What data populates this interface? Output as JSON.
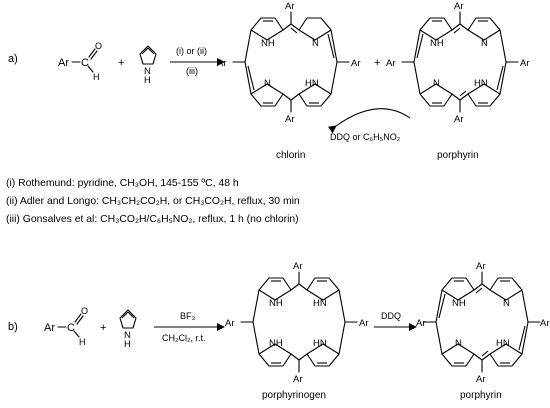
{
  "part_a": {
    "label": "a)",
    "aldehyde": {
      "r": "Ar",
      "c": "C",
      "o": "O",
      "h": "H"
    },
    "plus": "+",
    "pyrrole_nh": "N",
    "pyrrole_h": "H",
    "arrow_top": "(i) or (ii)",
    "arrow_bottom": "(iii)",
    "chlorin_caption": "chlorin",
    "porphyrin_caption": "porphyrin",
    "oxidant": "DDQ or C₆H₅NO₂"
  },
  "conditions": [
    "(i) Rothemund: pyridine, CH₃OH, 145-155 ºC, 48 h",
    "(ii) Adler and Longo: CH₃CH₂CO₂H, or CH₃CO₂H, reflux, 30 min",
    "(iii) Gonsalves et al: CH₃CO₂H/C₆H₅NO₂, reflux, 1 h (no chlorin)"
  ],
  "part_b": {
    "label": "b)",
    "arrow_top": "BF₃",
    "arrow_bottom": "CH₂Cl₂, r.t.",
    "porphyrinogen_caption": "porphyrinogen",
    "oxidant": "DDQ",
    "porphyrin_caption": "porphyrin"
  },
  "atoms": {
    "ar": "Ar",
    "nh": "NH",
    "hn": "HN",
    "n": "N"
  }
}
